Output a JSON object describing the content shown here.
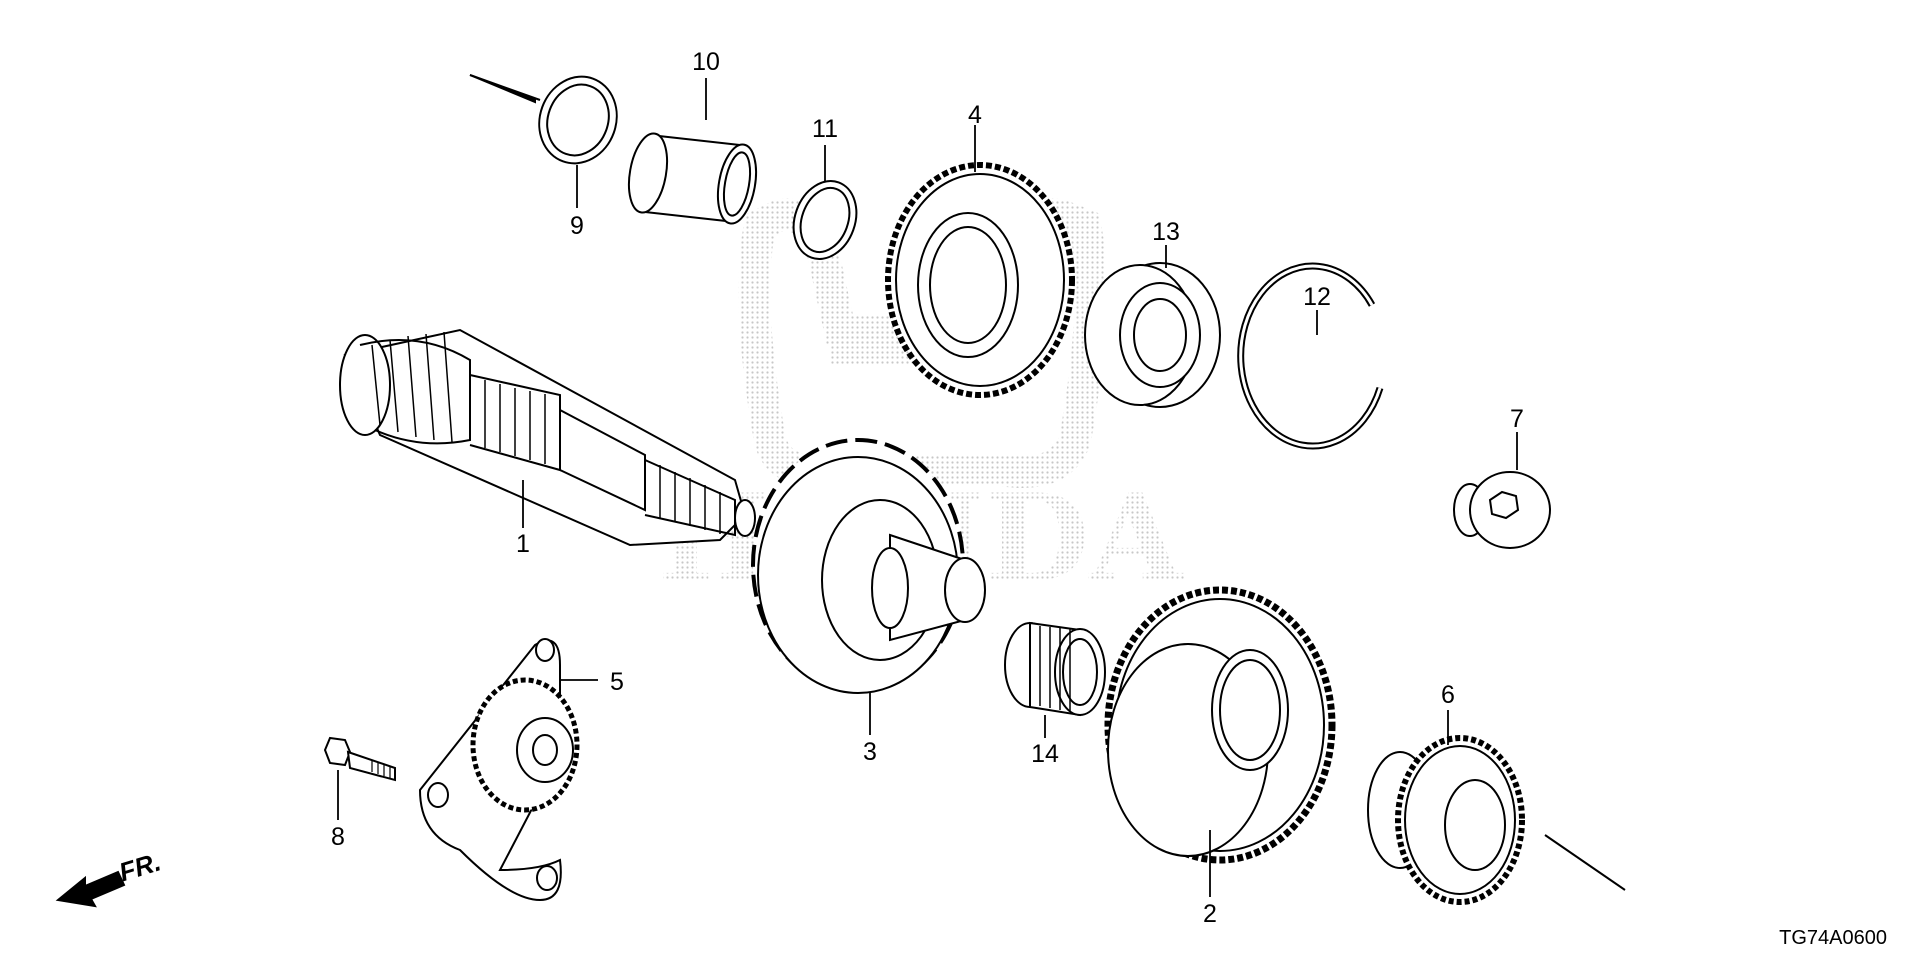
{
  "diagram_code": "TG74A0600",
  "direction_label": "FR.",
  "watermark_text": "HONDA",
  "callouts": {
    "p1": "1",
    "p2": "2",
    "p3": "3",
    "p4": "4",
    "p5": "5",
    "p6": "6",
    "p7": "7",
    "p8": "8",
    "p9": "9",
    "p10": "10",
    "p11": "11",
    "p12": "12",
    "p13": "13",
    "p14": "14"
  },
  "colors": {
    "line": "#000000",
    "background": "#ffffff",
    "watermark": "#c8c8c8"
  }
}
